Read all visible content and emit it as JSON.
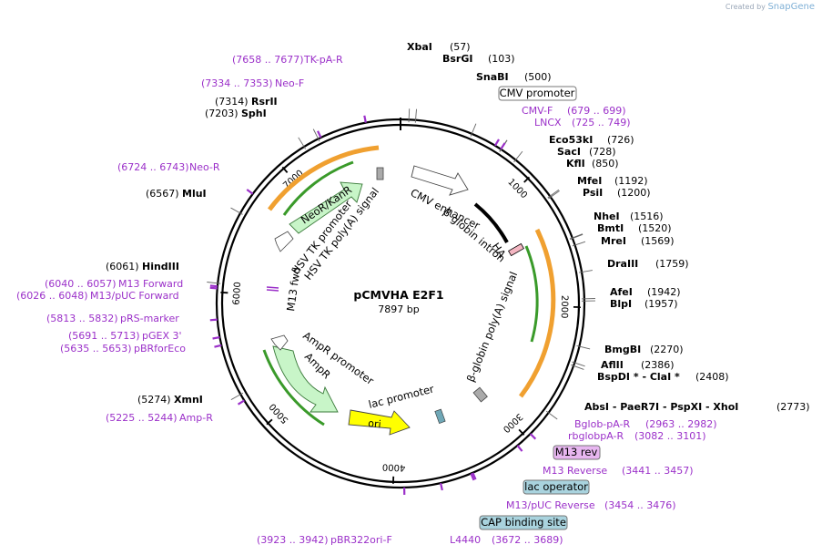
{
  "credit": {
    "prefix": "Created by",
    "brand": "SnapGene"
  },
  "plasmid": {
    "name": "pCMVHA E2F1",
    "size": "7897 bp"
  },
  "ticks": [
    "1000",
    "2000",
    "3000",
    "4000",
    "5000",
    "6000",
    "7000"
  ],
  "colors": {
    "primer": "#9b30c9",
    "orange_feature": "#f0a030",
    "green_feature": "#3a9a2a",
    "light_green": "#c8f5c8",
    "ori_yellow": "#ffff00",
    "callout_pink": "#e7b6f0",
    "callout_blue": "#a9d3de"
  },
  "enzymes": [
    {
      "id": "xbai",
      "name": "XbaI",
      "pos": "(57)"
    },
    {
      "id": "bsrgi",
      "name": "BsrGI",
      "pos": "(103)"
    },
    {
      "id": "snabi",
      "name": "SnaBI",
      "pos": "(500)"
    },
    {
      "id": "eco53ki",
      "name": "Eco53kI",
      "pos": "(726)"
    },
    {
      "id": "saci",
      "name": "SacI",
      "pos": "(728)"
    },
    {
      "id": "kfli",
      "name": "KflI",
      "pos": "(850)"
    },
    {
      "id": "mfei",
      "name": "MfeI",
      "pos": "(1192)"
    },
    {
      "id": "psii",
      "name": "PsiI",
      "pos": "(1200)"
    },
    {
      "id": "nhei",
      "name": "NheI",
      "pos": "(1516)"
    },
    {
      "id": "bmti",
      "name": "BmtI",
      "pos": "(1520)"
    },
    {
      "id": "mrei",
      "name": "MreI",
      "pos": "(1569)"
    },
    {
      "id": "draiii",
      "name": "DraIII",
      "pos": "(1759)"
    },
    {
      "id": "afei",
      "name": "AfeI",
      "pos": "(1942)"
    },
    {
      "id": "blpi",
      "name": "BlpI",
      "pos": "(1957)"
    },
    {
      "id": "bmgbi",
      "name": "BmgBI",
      "pos": "(2270)"
    },
    {
      "id": "aflii",
      "name": "AflII",
      "pos": "(2386)"
    },
    {
      "id": "bspdi",
      "name": "BspDI * - ClaI *",
      "pos": "(2408)"
    },
    {
      "id": "absi",
      "name": "AbsI - PaeR7I - PspXI - XhoI",
      "pos": "(2773)"
    },
    {
      "id": "xmni",
      "name": "XmnI",
      "pos": "(5274)"
    },
    {
      "id": "hindiii",
      "name": "HindIII",
      "pos": "(6061)"
    },
    {
      "id": "mlui",
      "name": "MluI",
      "pos": "(6567)"
    },
    {
      "id": "sphi",
      "name": "SphI",
      "pos": "(7203)"
    },
    {
      "id": "rsrii",
      "name": "RsrII",
      "pos": "(7314)"
    }
  ],
  "primers": [
    {
      "id": "tkpar",
      "name": "TK-pA-R",
      "pos": "(7658 .. 7677)"
    },
    {
      "id": "neof",
      "name": "Neo-F",
      "pos": "(7334 .. 7353)"
    },
    {
      "id": "cmvf",
      "name": "CMV-F",
      "pos": "(679 .. 699)"
    },
    {
      "id": "lncx",
      "name": "LNCX",
      "pos": "(725 .. 749)"
    },
    {
      "id": "neor",
      "name": "Neo-R",
      "pos": "(6724 .. 6743)"
    },
    {
      "id": "m13fwd",
      "name": "M13 Forward",
      "pos": "(6040 .. 6057)"
    },
    {
      "id": "m13pucfwd",
      "name": "M13/pUC Forward",
      "pos": "(6026 .. 6048)"
    },
    {
      "id": "prsmarker",
      "name": "pRS-marker",
      "pos": "(5813 .. 5832)"
    },
    {
      "id": "pgex3",
      "name": "pGEX 3'",
      "pos": "(5691 .. 5713)"
    },
    {
      "id": "pbrforeco",
      "name": "pBRforEco",
      "pos": "(5635 .. 5653)"
    },
    {
      "id": "ampr",
      "name": "Amp-R",
      "pos": "(5225 .. 5244)"
    },
    {
      "id": "bglobpar",
      "name": "Bglob-pA-R",
      "pos": "(2963 .. 2982)"
    },
    {
      "id": "rbglobpar",
      "name": "rbglobpA-R",
      "pos": "(3082 .. 3101)"
    },
    {
      "id": "m13rev",
      "name": "M13 Reverse",
      "pos": "(3441 .. 3457)"
    },
    {
      "id": "m13pucrev",
      "name": "M13/pUC Reverse",
      "pos": "(3454 .. 3476)"
    },
    {
      "id": "pbr322orif",
      "name": "pBR322ori-F",
      "pos": "(3923 .. 3942)"
    },
    {
      "id": "l4440",
      "name": "L4440",
      "pos": "(3672 .. 3689)"
    }
  ],
  "callouts": {
    "cmv_promoter": "CMV promoter",
    "m13_rev": "M13 rev",
    "lac_operator": "lac operator",
    "cap_binding_site": "CAP binding site"
  },
  "features": {
    "cmv_enhancer": "CMV enhancer",
    "beta_globin_intron": "β-globin intron",
    "ha": "HA",
    "beta_globin_polya": "β-globin poly(A) signal",
    "lac_promoter": "lac promoter",
    "ori": "ori",
    "ampr_promoter": "AmpR promoter",
    "ampr": "AmpR",
    "m13_fwd": "M13 fwd",
    "hsv_tk_polya": "HSV TK poly(A) signal",
    "hsv_tk_promoter": "HSV TK promoter",
    "neor_kanr": "NeoR/KanR"
  }
}
